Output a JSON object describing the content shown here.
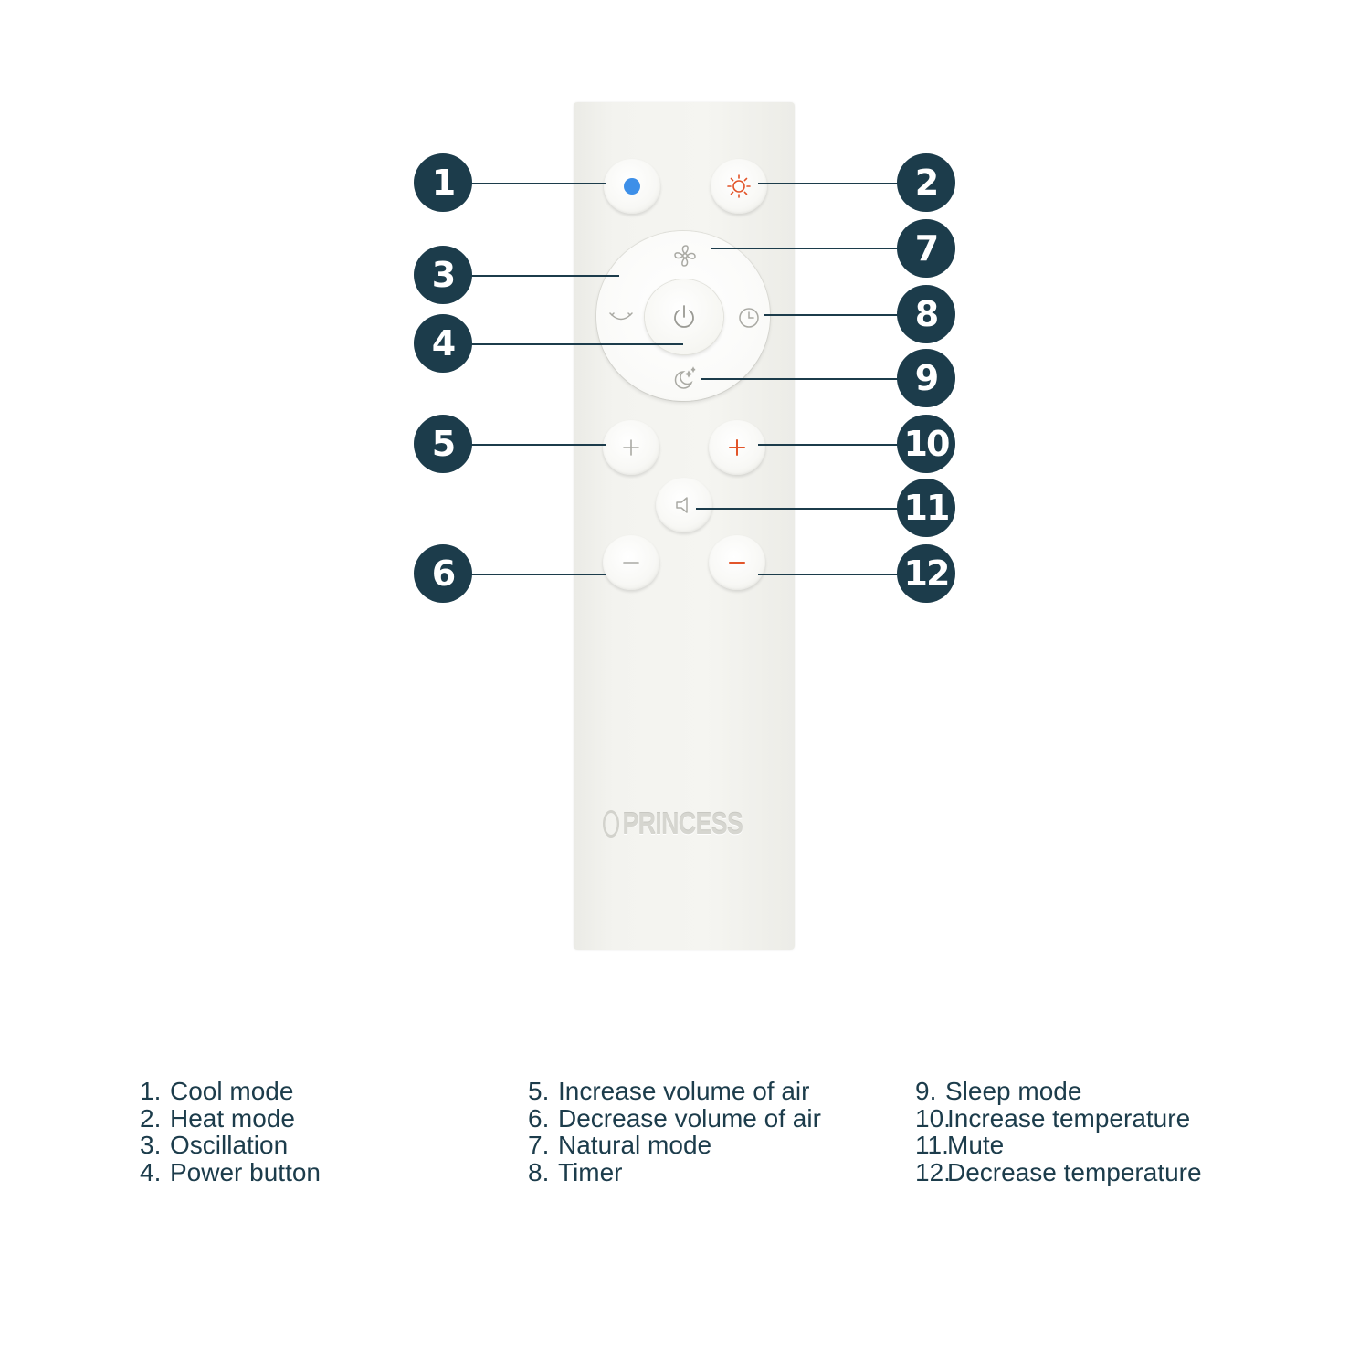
{
  "remote": {
    "brand": "PRINCESS"
  },
  "buttons": [
    {
      "id": 1,
      "icon": "snowflake-dot-icon",
      "color": "#3d8fe8"
    },
    {
      "id": 2,
      "icon": "sun-icon",
      "color": "#e2552a"
    },
    {
      "id": 3,
      "icon": "oscillation-icon",
      "color": "#a9a9a3"
    },
    {
      "id": 4,
      "icon": "power-icon",
      "color": "#9a9a94"
    },
    {
      "id": 5,
      "icon": "plus-icon",
      "color": "#a9a9a3"
    },
    {
      "id": 6,
      "icon": "minus-icon",
      "color": "#a9a9a3"
    },
    {
      "id": 7,
      "icon": "fan-icon",
      "color": "#a9a9a3"
    },
    {
      "id": 8,
      "icon": "clock-icon",
      "color": "#a9a9a3"
    },
    {
      "id": 9,
      "icon": "moon-stars-icon",
      "color": "#a9a9a3"
    },
    {
      "id": 10,
      "icon": "plus-icon",
      "color": "#e2552a"
    },
    {
      "id": 11,
      "icon": "speaker-icon",
      "color": "#a9a9a3"
    },
    {
      "id": 12,
      "icon": "minus-icon",
      "color": "#e2552a"
    }
  ],
  "callouts": [
    "1",
    "2",
    "3",
    "4",
    "5",
    "6",
    "7",
    "8",
    "9",
    "10",
    "11",
    "12"
  ],
  "legend": {
    "columns": [
      [
        {
          "num": "1.",
          "label": "Cool mode"
        },
        {
          "num": "2.",
          "label": "Heat mode"
        },
        {
          "num": "3.",
          "label": "Oscillation"
        },
        {
          "num": "4.",
          "label": "Power button"
        }
      ],
      [
        {
          "num": "5.",
          "label": "Increase volume of air"
        },
        {
          "num": "6.",
          "label": "Decrease volume of air"
        },
        {
          "num": "7.",
          "label": "Natural mode"
        },
        {
          "num": "8.",
          "label": "Timer"
        }
      ],
      [
        {
          "num": "9.",
          "label": "Sleep mode"
        },
        {
          "num": "10.",
          "label": "Increase temperature"
        },
        {
          "num": "11.",
          "label": "Mute"
        },
        {
          "num": "12.",
          "label": "Decrease temperature"
        }
      ]
    ]
  },
  "colors": {
    "callout": "#1c3c4b",
    "cool_blue": "#3d8fe8",
    "heat_red": "#e2552a"
  }
}
